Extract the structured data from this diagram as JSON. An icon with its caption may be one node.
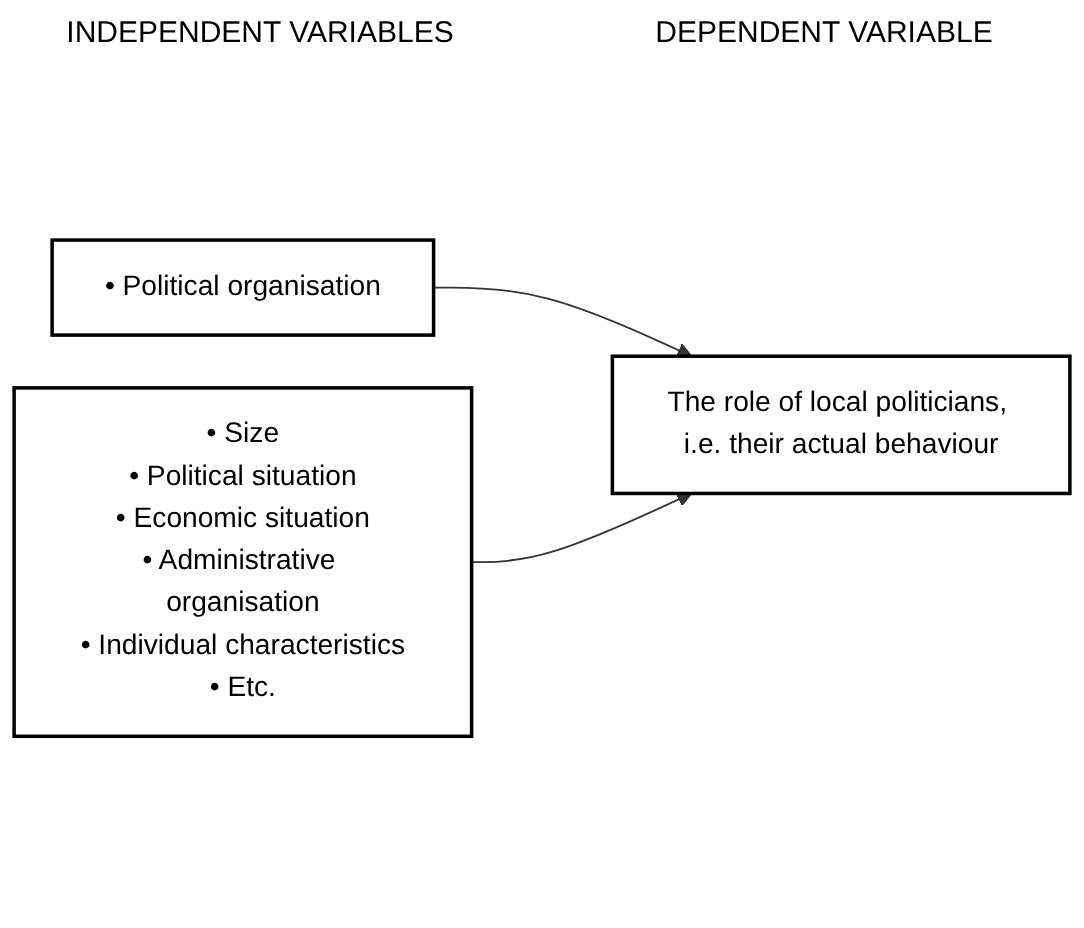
{
  "diagram": {
    "nodes": [
      {
        "text": [
          "• Political organisation"
        ]
      },
      {
        "text": [
          "• Size",
          "• Political situation",
          "• Economic situation",
          "• Administrative organisation",
          "• Individual characteristics",
          "• Etc."
        ]
      },
      {
        "text": [
          "The role of local politicians, i.e. their actual behaviour"
        ]
      }
    ],
    "edges": [
      {
        "from": 0,
        "to": 2,
        "arrow": "to"
      },
      {
        "from": 1,
        "to": 2,
        "arrow": "to"
      }
    ],
    "labels": [
      "INDEPENDENT VARIABLES",
      "DEPENDENT VARIABLE"
    ]
  }
}
